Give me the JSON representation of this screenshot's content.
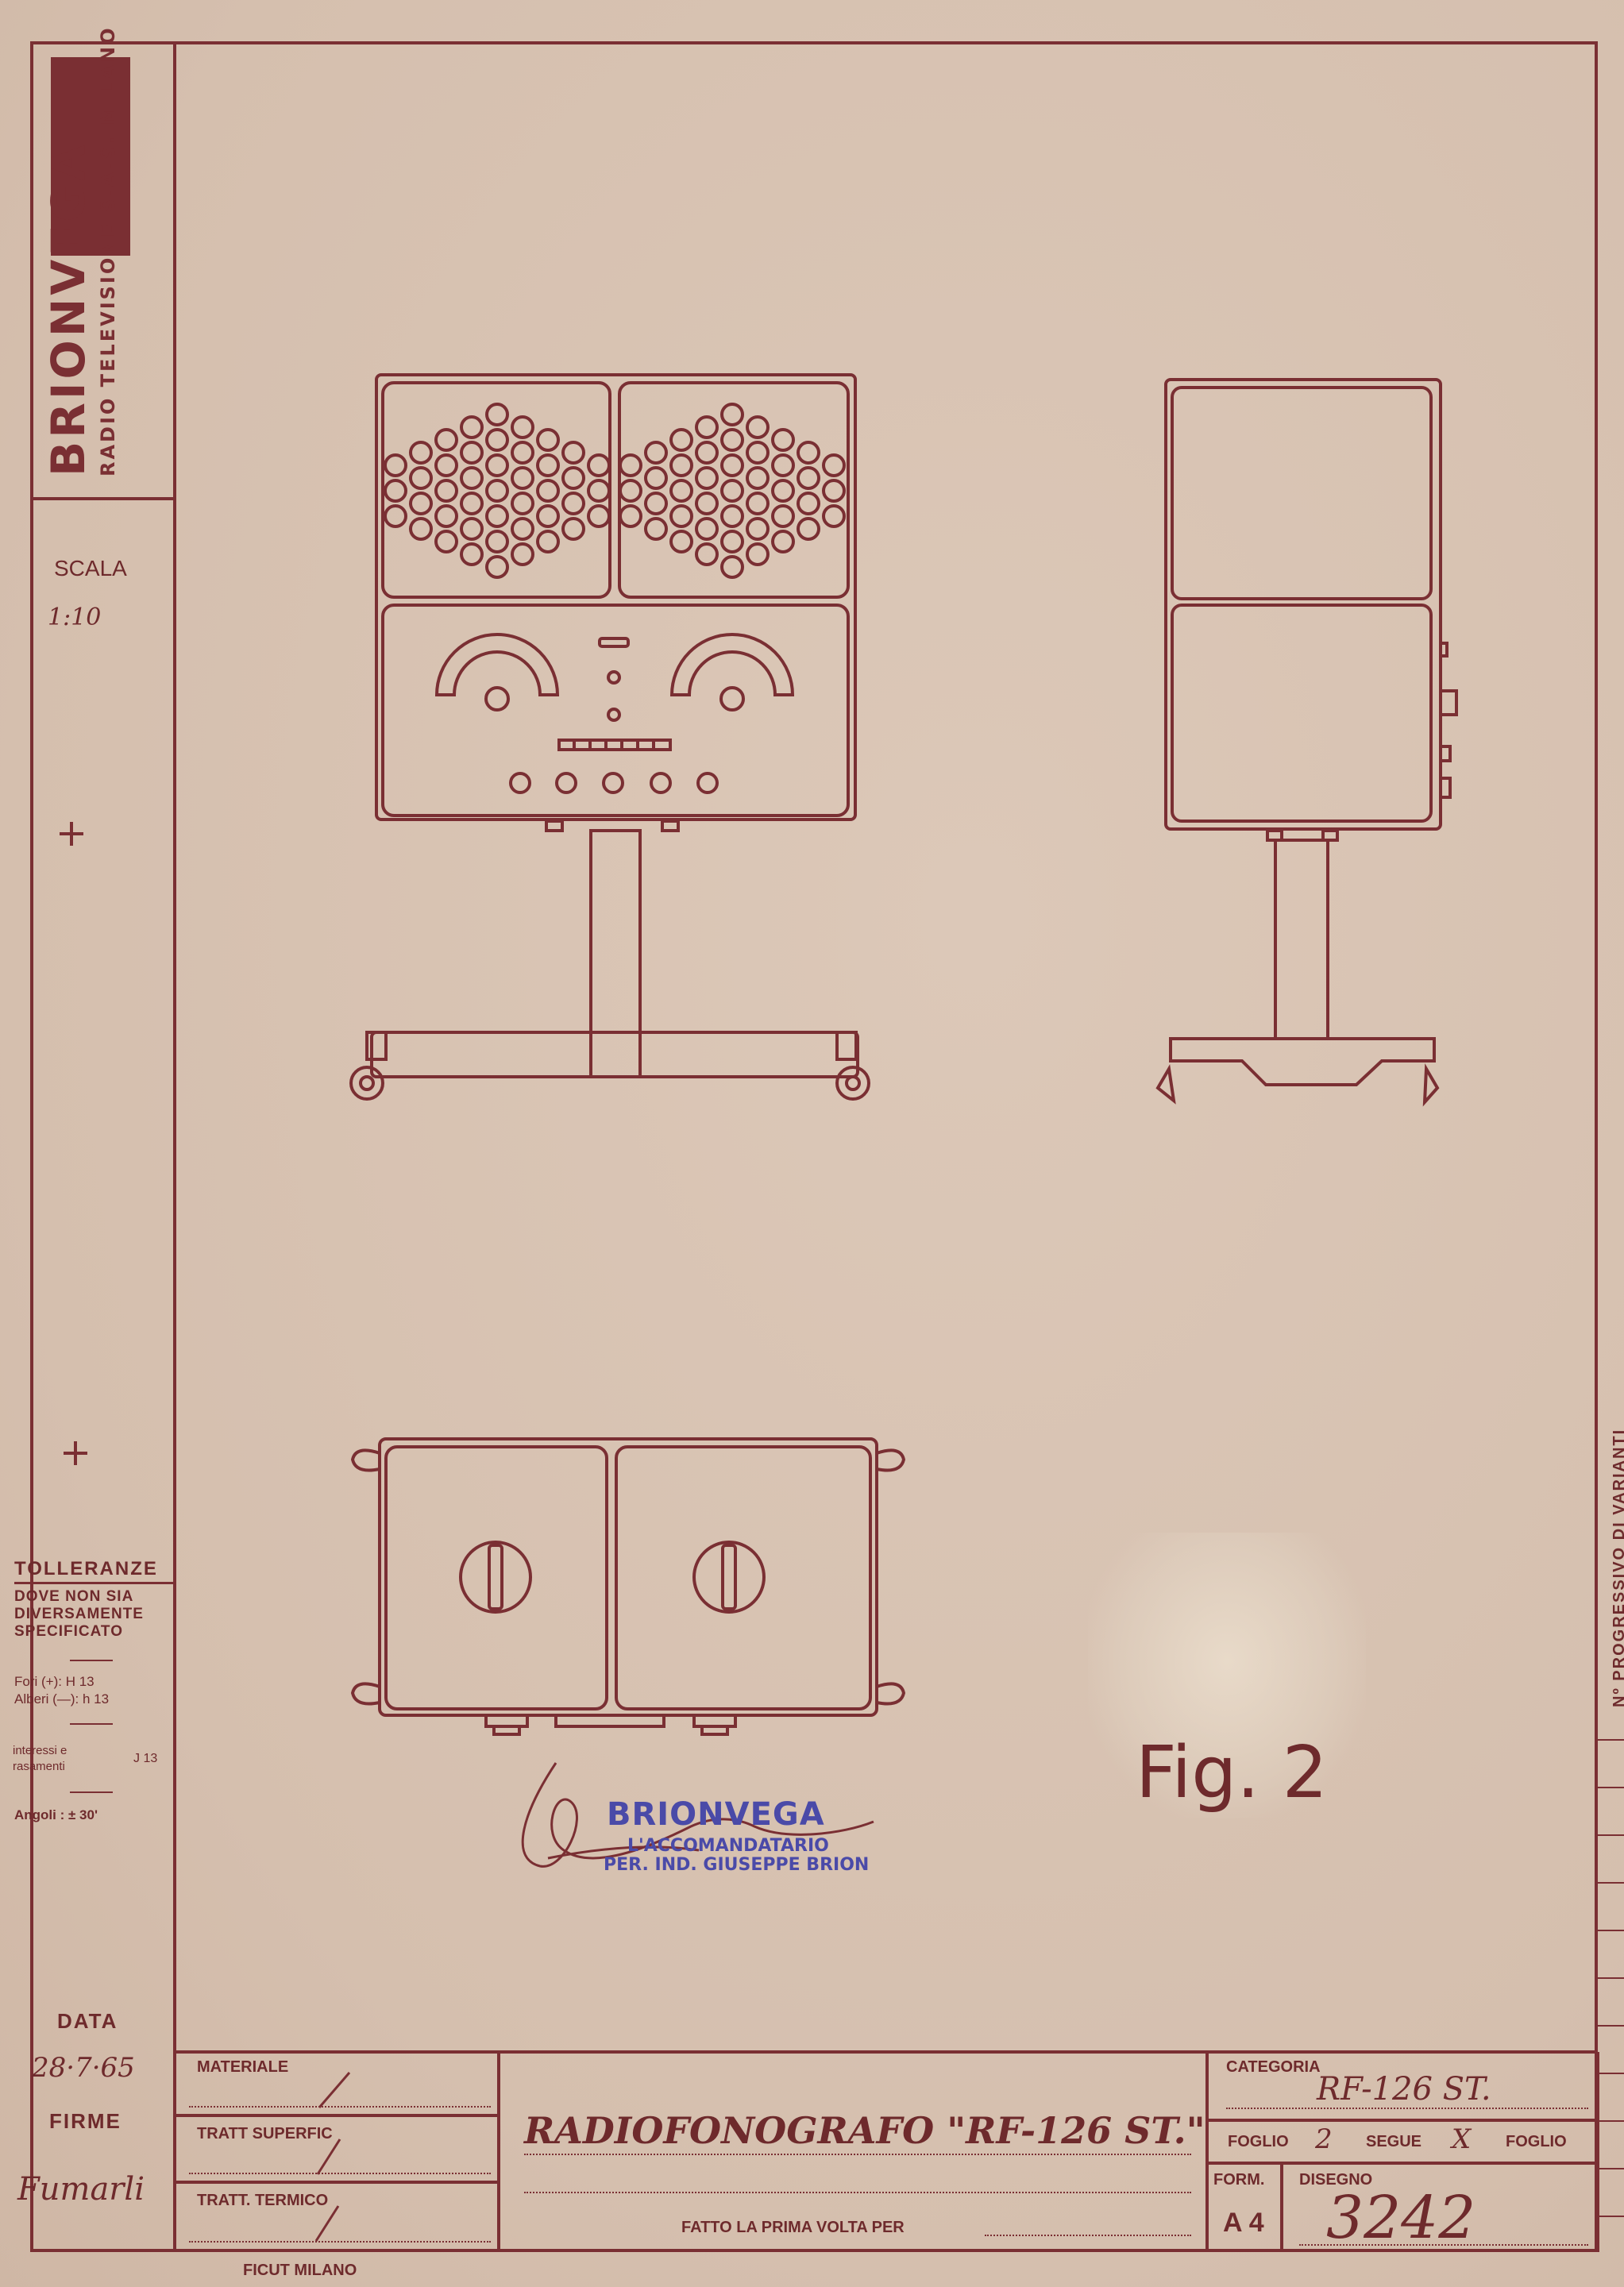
{
  "logo": {
    "brand": "BRIONVEGA",
    "subtitle": "RADIO TELEVISIONE S.A.S. MILANO"
  },
  "scale": {
    "label": "SCALA",
    "value": "1:10"
  },
  "tolerances": {
    "title": "TOLLERANZE",
    "subtitle_lines": [
      "DOVE NON SIA",
      "DIVERSAMENTE",
      "SPECIFICATO"
    ],
    "fori": "Fori   (+):  H 13",
    "alberi": "Alberi  (—):  h 13",
    "interassi": "interessi e",
    "rasamenti": "rasamenti",
    "interassi_value": "J 13",
    "angoli": "Angoli   :  ± 30'"
  },
  "data_block": {
    "label": "DATA",
    "value": "28·7·65"
  },
  "signatures": {
    "label": "FIRME",
    "signature": "Fumarli"
  },
  "figure_label": "Fig. 2",
  "stamp": {
    "brand": "BRIONVEGA",
    "line1": "L'ACCOMANDATARIO",
    "line2": "PER. IND. GIUSEPPE BRION"
  },
  "title_block": {
    "materiale": "MATERIALE",
    "tratt_superfic": "TRATT SUPERFIC",
    "tratt_termico": "TRATT. TERMICO",
    "title": "RADIOFONOGRAFO  \"RF-126 ST.\"",
    "fatto": "FATTO LA PRIMA VOLTA PER",
    "categoria_label": "CATEGORIA",
    "categoria_value": "RF-126 ST.",
    "foglio_label": "FOGLIO",
    "foglio_value": "2",
    "segue_label": "SEGUE",
    "segue_value": "X",
    "foglio_label2": "FOGLIO",
    "form_label": "FORM.",
    "form_value": "A 4",
    "disegno_label": "DISEGNO",
    "disegno_value": "3242"
  },
  "right_margin_label": "Nº PROGRESSIVO DI VARIANTI",
  "printer": "FICUT MILANO",
  "colors": {
    "ink": "#7a2f33",
    "paper": "#d8c3b1",
    "stamp": "#4a4aa8"
  }
}
